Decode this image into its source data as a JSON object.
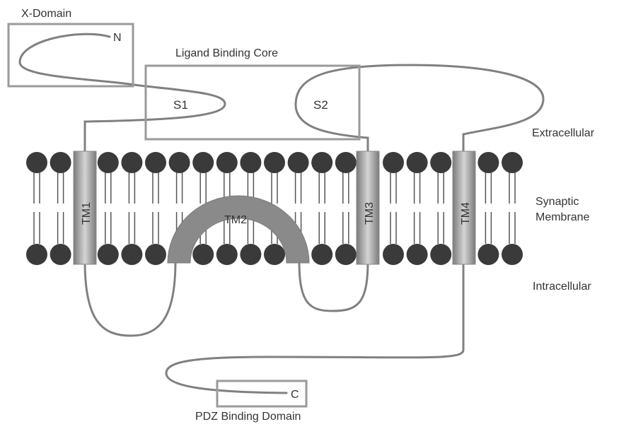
{
  "labels": {
    "x_domain": "X-Domain",
    "n_terminus": "N",
    "ligand_binding_core": "Ligand Binding Core",
    "s1": "S1",
    "s2": "S2",
    "extracellular": "Extracellular",
    "synaptic": "Synaptic",
    "membrane": "Membrane",
    "intracellular": "Intracellular",
    "tm1": "TM1",
    "tm2": "TM2",
    "tm3": "TM3",
    "tm4": "TM4",
    "c_terminus": "C",
    "pdz_binding_domain": "PDZ Binding Domain"
  },
  "colors": {
    "lipid_head": "#3a3a3a",
    "chain": "#808080",
    "helix": "#8c8c8c",
    "box": "#9a9a9a",
    "text": "#333333"
  },
  "icons": {
    "lipid_head": "filled-circle",
    "lipid_tail": "double-line"
  }
}
